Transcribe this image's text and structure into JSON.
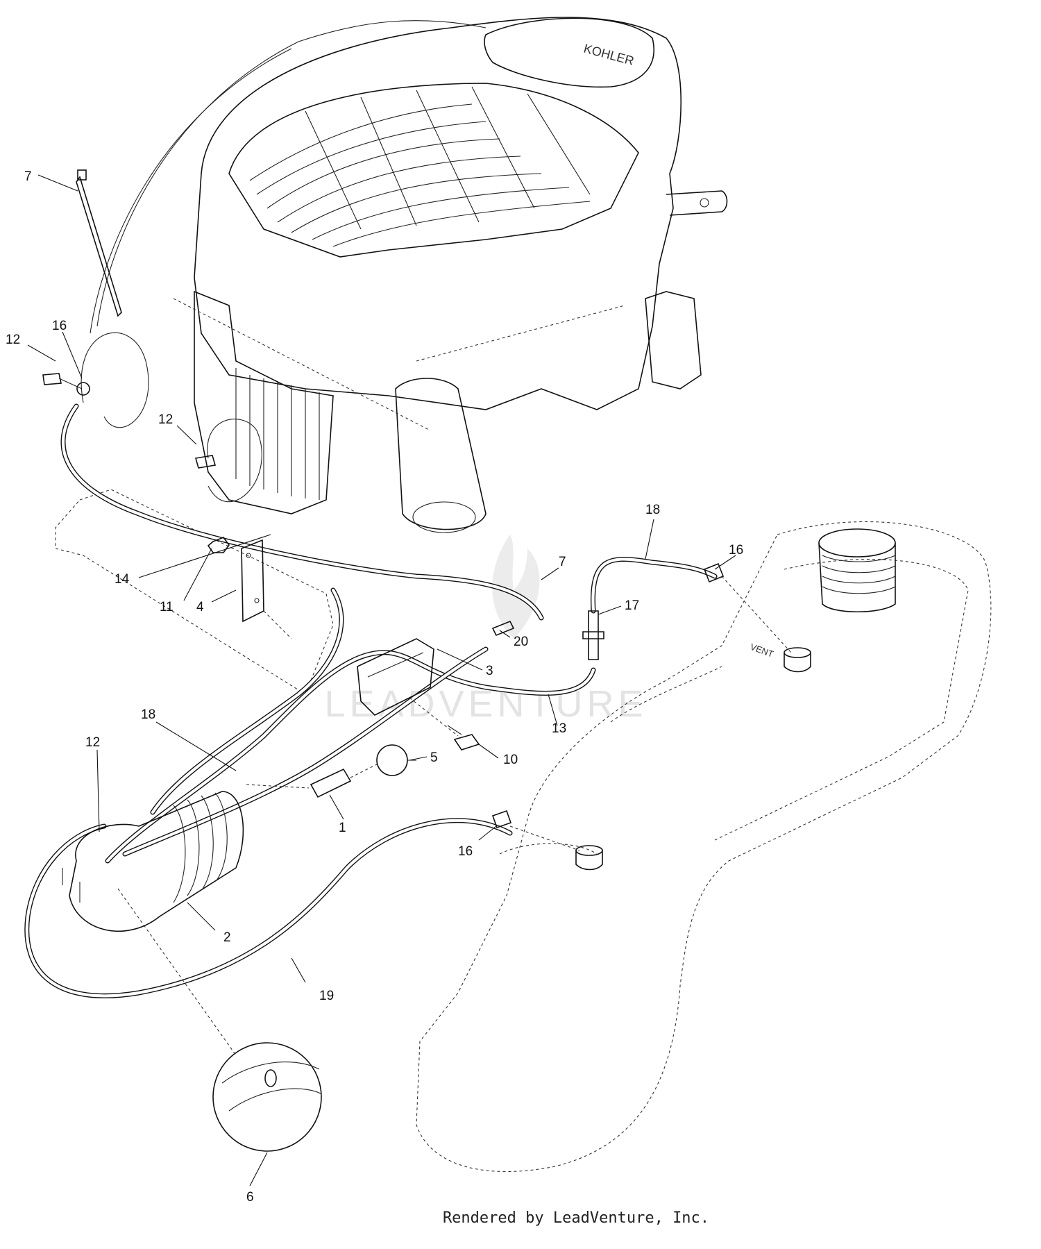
{
  "diagram": {
    "callouts": [
      {
        "id": "c7a",
        "text": "7"
      },
      {
        "id": "c16a",
        "text": "16"
      },
      {
        "id": "c12a",
        "text": "12"
      },
      {
        "id": "c12b",
        "text": "12"
      },
      {
        "id": "c18a",
        "text": "18"
      },
      {
        "id": "c16b",
        "text": "16"
      },
      {
        "id": "c7b",
        "text": "7"
      },
      {
        "id": "c14",
        "text": "14"
      },
      {
        "id": "c11",
        "text": "11"
      },
      {
        "id": "c4",
        "text": "4"
      },
      {
        "id": "c17",
        "text": "17"
      },
      {
        "id": "c20",
        "text": "20"
      },
      {
        "id": "c3",
        "text": "3"
      },
      {
        "id": "c13",
        "text": "13"
      },
      {
        "id": "c18b",
        "text": "18"
      },
      {
        "id": "c12c",
        "text": "12"
      },
      {
        "id": "c10",
        "text": "10"
      },
      {
        "id": "c5",
        "text": "5"
      },
      {
        "id": "c1",
        "text": "1"
      },
      {
        "id": "c16c",
        "text": "16"
      },
      {
        "id": "c2",
        "text": "2"
      },
      {
        "id": "c19",
        "text": "19"
      },
      {
        "id": "c6",
        "text": "6"
      }
    ],
    "engine_badge": "KOHLER",
    "tank_label": "VENT",
    "watermark": "LEADVENTURE"
  },
  "footer": {
    "text": "Rendered by LeadVenture, Inc."
  }
}
